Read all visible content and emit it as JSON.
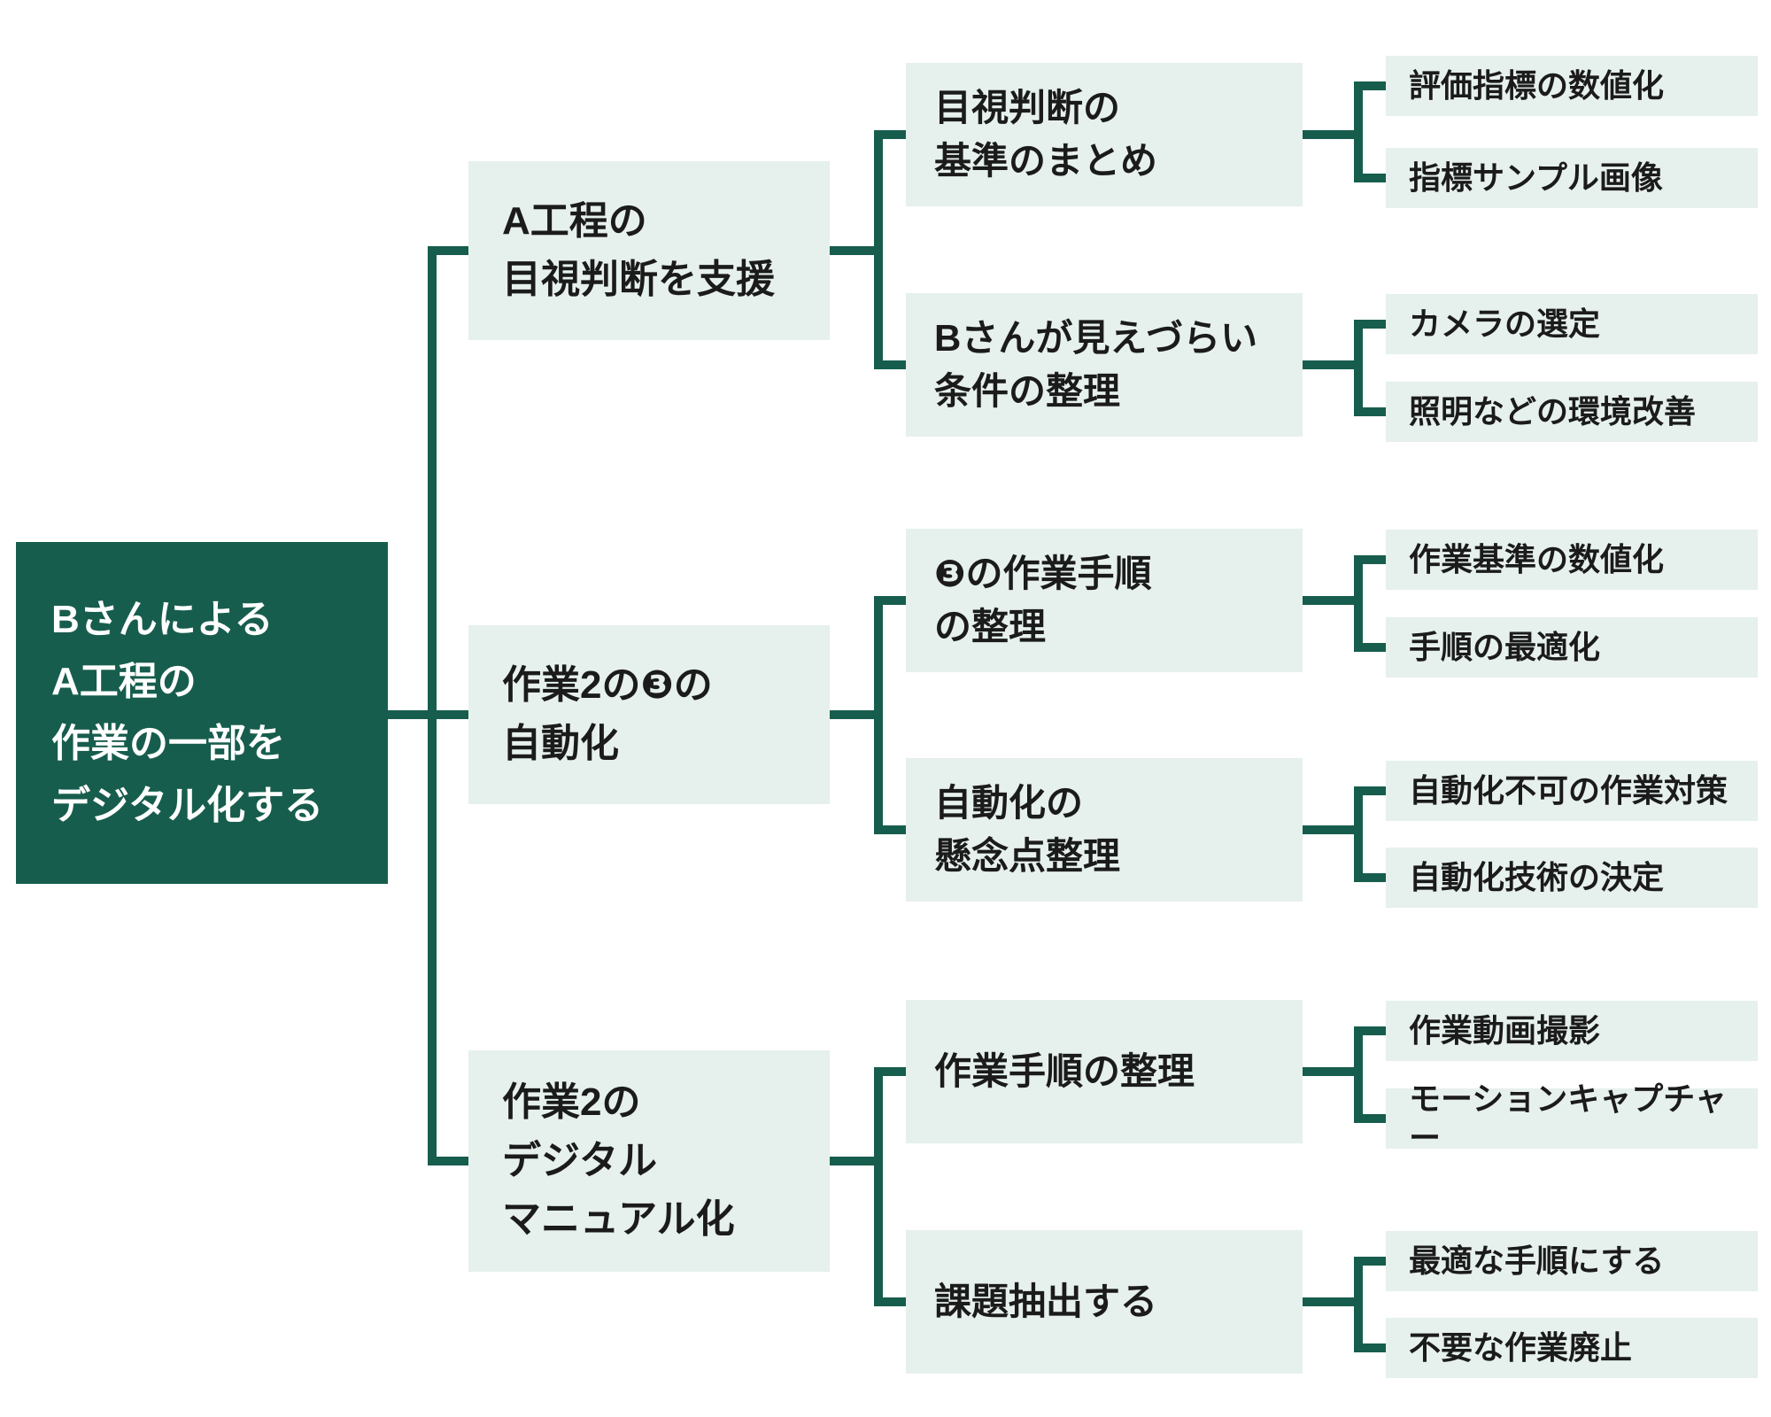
{
  "diagram": {
    "title": "logic tree: digitalization of process A tasks",
    "colors": {
      "node_dark": "#175d4d",
      "node_light": "#e6f0ec",
      "connector": "#175d4d",
      "text_dark": "#1b1b1b",
      "text_light": "#ffffff"
    },
    "root": {
      "label": "BさんによるA工程の作業の一部をデジタル化する",
      "label_lines": "Bさんによる\nA工程の\n作業の一部を\nデジタル化する"
    },
    "branches": [
      {
        "label": "A工程の\n目視判断を支援",
        "children": [
          {
            "label": "目視判断の\n基準のまとめ",
            "leaves": [
              "評価指標の数値化",
              "指標サンプル画像"
            ]
          },
          {
            "label": "Bさんが見えづらい\n条件の整理",
            "leaves": [
              "カメラの選定",
              "照明などの環境改善"
            ]
          }
        ]
      },
      {
        "label": "作業2の❸の\n自動化",
        "children": [
          {
            "label": "❸の作業手順\nの整理",
            "leaves": [
              "作業基準の数値化",
              "手順の最適化"
            ]
          },
          {
            "label": "自動化の\n懸念点整理",
            "leaves": [
              "自動化不可の作業対策",
              "自動化技術の決定"
            ]
          }
        ]
      },
      {
        "label": "作業2の\nデジタル\nマニュアル化",
        "children": [
          {
            "label": "作業手順の整理",
            "leaves": [
              "作業動画撮影",
              "モーションキャプチャー"
            ]
          },
          {
            "label": "課題抽出する",
            "leaves": [
              "最適な手順にする",
              "不要な作業廃止"
            ]
          }
        ]
      }
    ]
  }
}
